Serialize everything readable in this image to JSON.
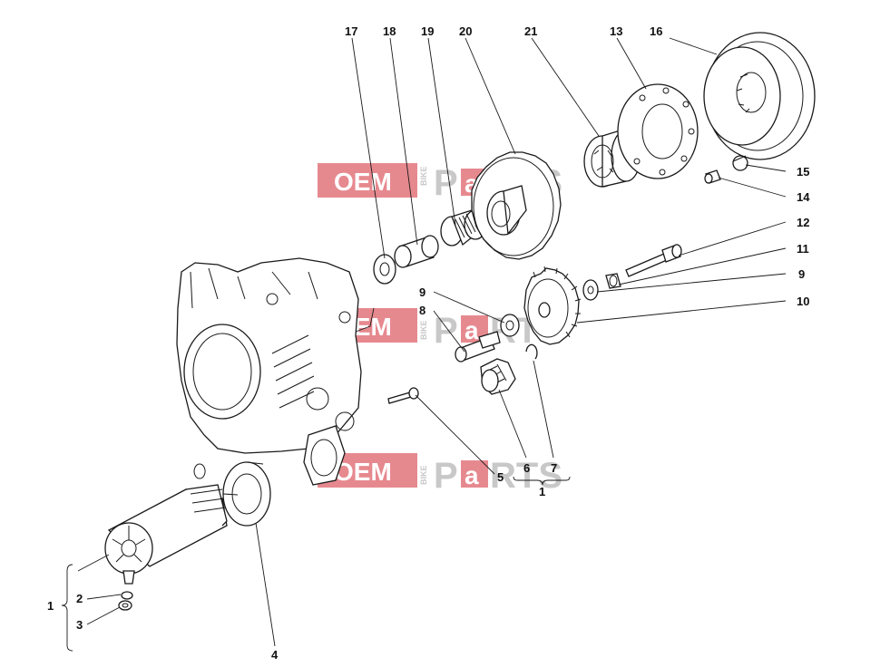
{
  "watermark": {
    "left": "OEM",
    "middle": "BIKE",
    "right_p": "P",
    "right_a": "a",
    "right_rts": "RTS"
  },
  "callouts": {
    "c17": "17",
    "c18": "18",
    "c19": "19",
    "c20": "20",
    "c21": "21",
    "c13": "13",
    "c16": "16",
    "c15": "15",
    "c14": "14",
    "c12": "12",
    "c11": "11",
    "c9a": "9",
    "c10": "10",
    "c9b": "9",
    "c8": "8",
    "c5": "5",
    "c6": "6",
    "c7": "7",
    "c1a": "1",
    "c1b": "1",
    "c2": "2",
    "c3": "3",
    "c4": "4"
  },
  "colors": {
    "line": "#1a1a1a",
    "watermark_red": "#e2747b",
    "watermark_grey": "#c8c8c8"
  }
}
